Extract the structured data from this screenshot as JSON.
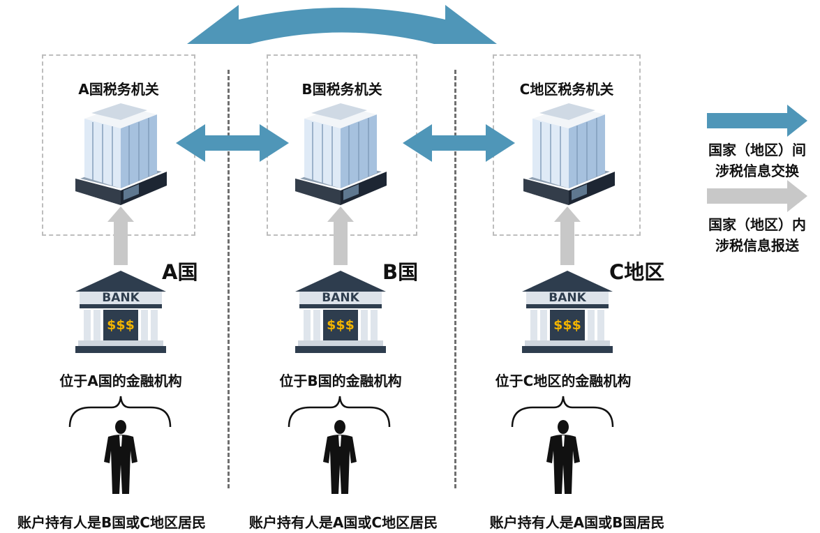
{
  "authorities": [
    {
      "title": "A国税务机关",
      "country": "A国",
      "institution": "位于A国的金融机构",
      "holder": "账户持有人是B国或C地区居民"
    },
    {
      "title": "B国税务机关",
      "country": "B国",
      "institution": "位于B国的金融机构",
      "holder": "账户持有人是A国或C地区居民"
    },
    {
      "title": "C地区税务机关",
      "country": "C地区",
      "institution": "位于C地区的金融机构",
      "holder": "账户持有人是A国或B国居民"
    }
  ],
  "bank": {
    "sign": "BANK",
    "money": "$$$"
  },
  "legend": {
    "exchange_line1": "国家（地区）间",
    "exchange_line2": "涉税信息交换",
    "report_line1": "国家（地区）内",
    "report_line2": "涉税信息报送"
  },
  "colors": {
    "exchange_arrow": "#4f96b8",
    "report_arrow": "#c8c8c8",
    "divider": "#6f6f6f"
  }
}
